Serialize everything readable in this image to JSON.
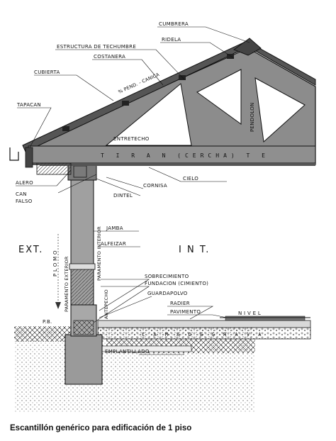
{
  "labels": {
    "cumbrera": "CUMBRERA",
    "estructura": "ESTRUCTURA DE TECHUMBRE",
    "ridela": "RIDELA",
    "costanera": "COSTANERA",
    "cubierta": "CUBIERTA",
    "pendiente": "% PEND. - CANICA",
    "tapacan": "TAPACAN",
    "pendolon": "PENDOLON",
    "entretecho": "ENTRETECHO",
    "tirante": "T I R A N (CERCHA) T E",
    "alero": "ALERO",
    "can": "CAN",
    "falso": "FALSO",
    "cornisa": "CORNISA",
    "cielo": "CIELO",
    "dintel": "DINTEL",
    "jamba": "JAMBA",
    "alfeizar": "ALFEIZAR",
    "ext": "EXT.",
    "int": "I N T.",
    "plomo": "P L O M O",
    "paramento_exterior": "PARAMENTO EXTERIOR",
    "paramento_interior": "PARAMENTO INTERIOR",
    "sobrecimiento": "SOBRECIMIENTO",
    "fundacion": "FUNDACION (CIMIENTO)",
    "guardapolvo": "GUARDAPOLVO",
    "radier": "RADIER",
    "pavimento": "PAVIMENTO",
    "nivel": "N I V E L",
    "antepecho": "ANTEPECHO",
    "pb": "P.B.",
    "cama_grava": "C A M A  D E  G R A V A",
    "emplantillado": "EMPLANTILLADO"
  },
  "caption": "Escantillón genérico para edificación de 1 piso"
}
